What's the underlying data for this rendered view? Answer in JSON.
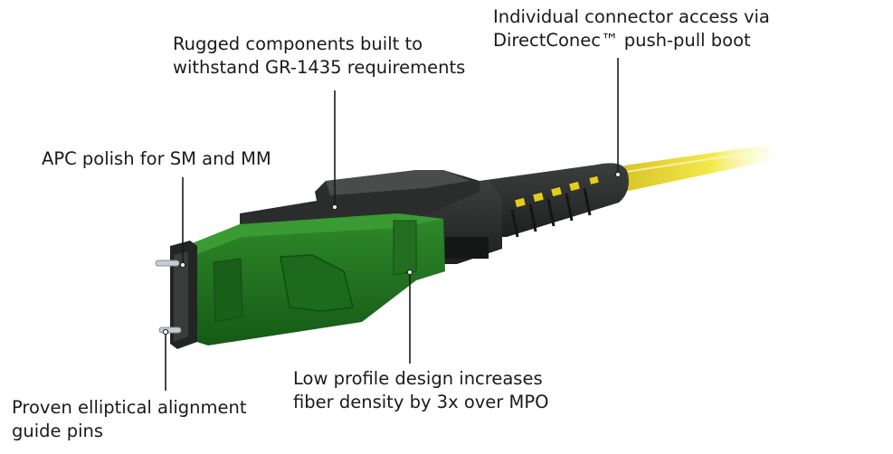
{
  "callouts": {
    "rugged": {
      "line1": "Rugged components built to",
      "line2": "withstand GR-1435 requirements"
    },
    "access": {
      "line1": "Individual connector access via",
      "line2": "DirectConec™ push-pull boot"
    },
    "apc": {
      "line1": "APC polish for SM and MM"
    },
    "pins": {
      "line1": "Proven elliptical alignment",
      "line2": "guide pins"
    },
    "density": {
      "line1": "Low profile design increases",
      "line2": "fiber density by 3x over MPO"
    }
  },
  "colors": {
    "connector_green": "#1f6b1f",
    "housing_black": "#2a2c2b",
    "fiber_yellow": "#f0e23a",
    "boot_accent": "#e6cc1a"
  }
}
